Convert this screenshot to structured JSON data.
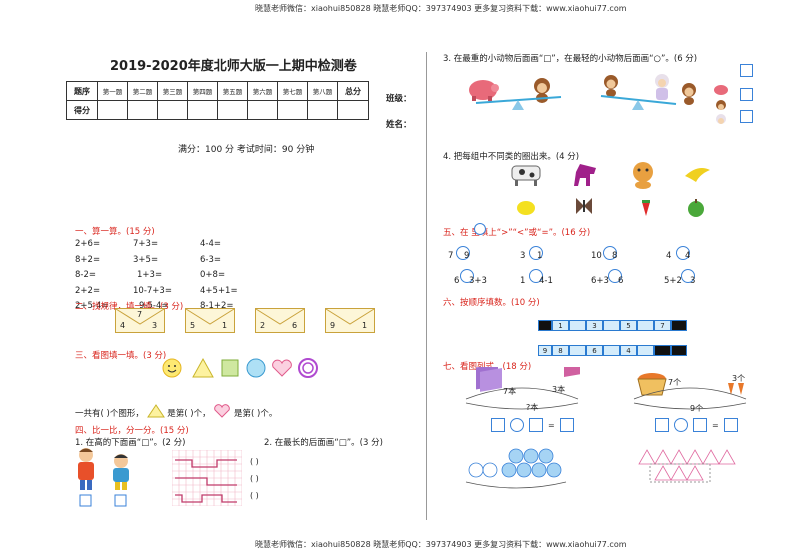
{
  "watermark": "晓慧老师微信：xiaohui850828 晓慧老师QQ：397374903 更多复习资料下载：www.xiaohui77.com",
  "title": "2019-2020年度北师大版一上期中检测卷",
  "score_table": {
    "row1": [
      "题序",
      "第一题",
      "第二题",
      "第三题",
      "第四题",
      "第五题",
      "第六题",
      "第七题",
      "第八题",
      "总分"
    ],
    "row2_label": "得分"
  },
  "class_label": "班级：",
  "name_label": "姓名：",
  "exam_info": "满分：100 分    考试时间：90 分钟",
  "sec1": {
    "title": "一、算一算。(15 分)",
    "col1": [
      "2+6=",
      "8+2=",
      "8-2=",
      "2+2=",
      "2+5-4="
    ],
    "col2": [
      "7+3=",
      "3+5=",
      "1+3=",
      "10-7+3=",
      "9-5-4="
    ],
    "col3": [
      "4-4=",
      "6-3=",
      "0+8=",
      "4+5+1=",
      "8-1+2="
    ]
  },
  "sec2": {
    "title": "二、找规律，填一填。(3 分)",
    "envelopes": [
      {
        "left": "4",
        "top": "7",
        "right": "3"
      },
      {
        "left": "5",
        "top": "",
        "right": "1"
      },
      {
        "left": "2",
        "top": "",
        "right": "6"
      },
      {
        "left": "9",
        "top": "",
        "right": "1"
      }
    ]
  },
  "sec3": {
    "title": "三、看图填一填。(3 分)",
    "q_parts": [
      "一共有(    )个图形，",
      "是第(    )个，",
      "是第(    )个。"
    ]
  },
  "sec4": {
    "title": "四、比一比，分一分。(15 分)",
    "q1": "1. 在高的下面画“□”。(2 分)",
    "q2": "2. 在最长的后面画“□”。(3 分)",
    "parens": [
      "(     )",
      "(     )",
      "(     )"
    ]
  },
  "right": {
    "q3": "3. 在最重的小动物后面画“□”，在最轻的小动物后面画“○”。(6 分)",
    "q4": "4. 把每组中不同类的圈出来。(4 分)",
    "sec5": {
      "title": "五、在  里填上“>”“<”或“=”。(16 分)",
      "rows": [
        [
          "7",
          "9",
          "3",
          "1",
          "10",
          "8",
          "4",
          "4"
        ],
        [
          "6",
          "3+3",
          "1",
          "4-1",
          "6+3",
          "6",
          "5+2",
          "3"
        ]
      ]
    },
    "sec6": {
      "title": "六、按顺序填数。(10 分)",
      "row1": [
        "",
        "1",
        "",
        "3",
        "",
        "5",
        "",
        "7",
        ""
      ],
      "row2": [
        "9",
        "8",
        "",
        "6",
        "",
        "4",
        "",
        "",
        ""
      ]
    },
    "sec7": {
      "title": "七、看图列式。(18 分)",
      "labels": [
        "7本",
        "3本",
        "?本",
        "7个",
        "3个",
        "9个"
      ],
      "equals": [
        "=",
        "="
      ]
    }
  },
  "colors": {
    "section_red": "#d9251d",
    "box_blue": "#3a82d8"
  }
}
